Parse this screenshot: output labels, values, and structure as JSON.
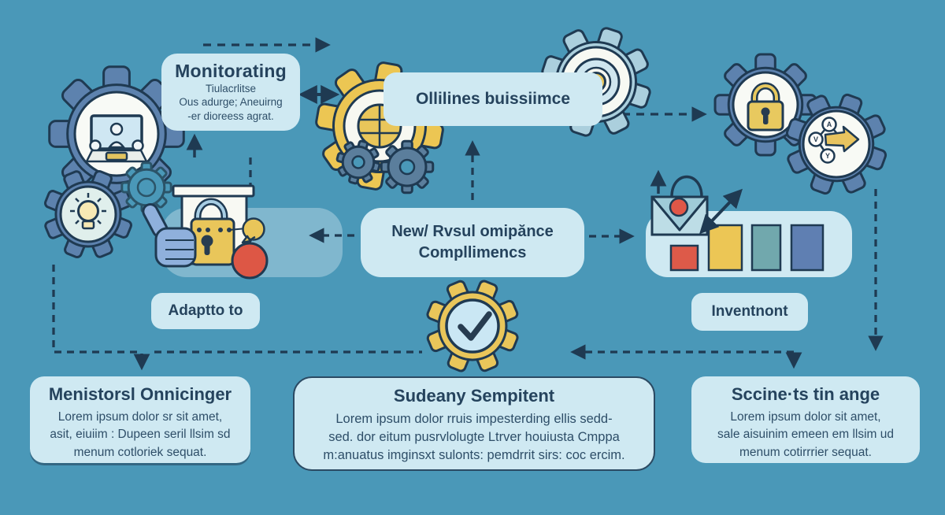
{
  "palette": {
    "background": "#4a98b8",
    "box_fill": "#cfe9f2",
    "ink": "#25435d",
    "gear_blue": "#5d82ae",
    "gear_yellow": "#e9c65a",
    "accent_red": "#dd5745",
    "bar_red": "#dd5a49",
    "bar_yellow": "#ecc655",
    "bar_teal": "#71a8ad",
    "bar_blue": "#5f7fb2",
    "hand_blue": "#8fb0dc",
    "arrow_ink": "#1f3a52"
  },
  "boxes": {
    "monitorating": {
      "title": "Monitorating",
      "lines": [
        "Tiulacrlitse",
        "Ous adurge; Aneuirng",
        "-er dioreess agrat."
      ]
    },
    "ollilines": {
      "title": "Ollilines buissiimce"
    },
    "compliance": {
      "lines": [
        "New/ Rvsul omipănce",
        "Compllimencs"
      ]
    },
    "adaptto": {
      "label": "Adaptto to"
    },
    "inventnont": {
      "label": "Inventnont"
    },
    "bottom_left": {
      "title": "Menistorsl Onnicinger",
      "lines": [
        "Lorem ipsum dolor sr sit amet,",
        "asit, eiuiim : Dupeen seril llsim sd",
        "menum cotloriek sequat."
      ]
    },
    "bottom_middle": {
      "title": "Sudeany Sempitent",
      "lines": [
        "Lorem ipsum dolor rruis impesterding ellis sedd-",
        "sed. dor eitum pusrvlolugte Ltrver houiusta Cmppa",
        "m:anuatus imginsxt sulonts: pemdrrit sirs: coc ercim."
      ]
    },
    "bottom_right": {
      "title": "Sccine·ts tin ange",
      "lines": [
        "Lorem ipsum dolor sit amet,",
        "sale aisuinim emeen em llsim ud",
        "menum cotirrrier sequat."
      ]
    }
  },
  "icons": {
    "share_node_labels": [
      "A",
      "V",
      "Y"
    ],
    "names": [
      "monitor-gear",
      "lightbulb-gear",
      "outline-gear",
      "grid-chart-gear",
      "target-gear",
      "lock-gear",
      "share-gear",
      "check-gear",
      "flipchart-lock",
      "thumbs-up-hand",
      "apple",
      "speech-balloon",
      "envelope-notification",
      "bar-chart"
    ]
  }
}
